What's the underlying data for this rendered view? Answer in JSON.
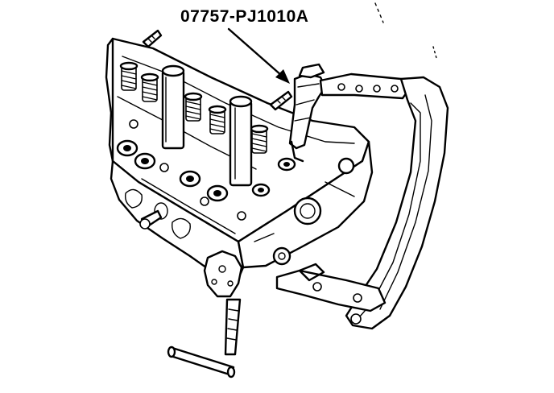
{
  "callout": {
    "part_number": "07757-PJ1010A"
  },
  "illustration": {
    "icons": [
      "cylinder-head-drawing",
      "valve-spring-compressor-tool"
    ],
    "ink_color": "#000000",
    "paper_color": "#ffffff"
  }
}
